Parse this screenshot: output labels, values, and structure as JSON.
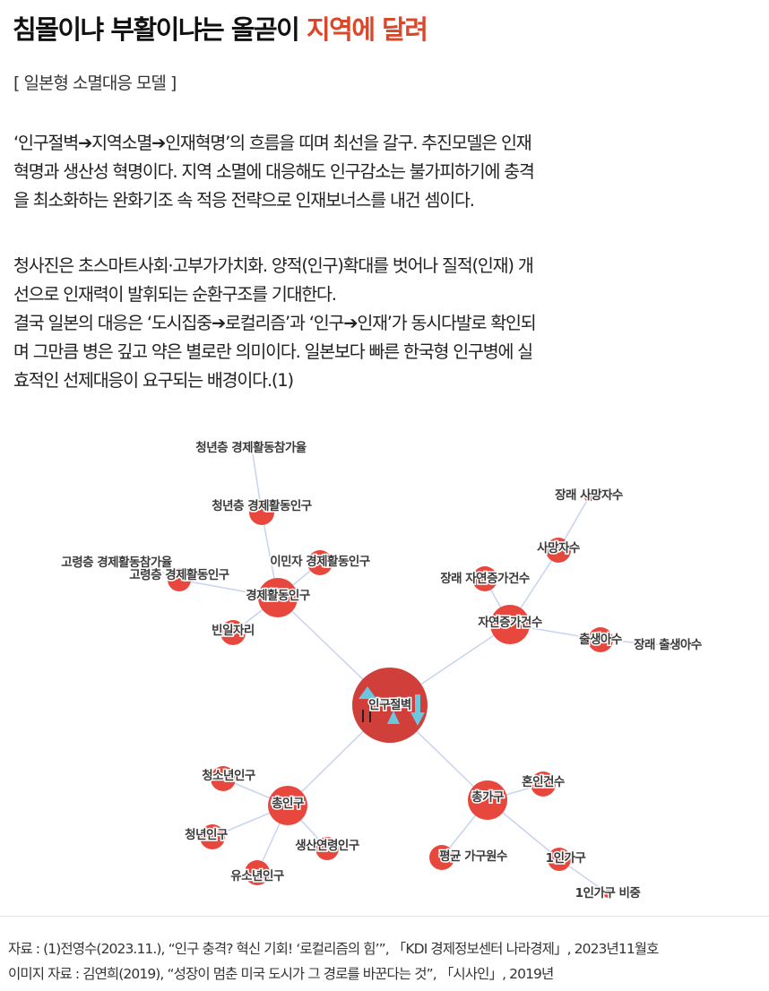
{
  "header": {
    "title_main": "침몰이냐 부활이냐는 올곧이 ",
    "title_highlight": "지역에 달려",
    "highlight_color": "#d9482b",
    "subtitle": "[ 일본형 소멸대응 모델 ]"
  },
  "body": {
    "paragraph1": [
      "‘인구절벽➔지역소멸➔인재혁명’의 흐름을 띠며 최선을 갈구. 추진모델은 인재",
      "혁명과 생산성 혁명이다. 지역 소멸에 대응해도 인구감소는 불가피하기에 충격",
      "을 최소화하는 완화기조 속 적응 전략으로 인재보너스를 내건 셈이다."
    ],
    "paragraph2": [
      "청사진은 초스마트사회·고부가가치화. 양적(인구)확대를 벗어나 질적(인재) 개",
      "선으로 인재력이 발휘되는 순환구조를 기대한다.",
      "결국 일본의 대응은 ‘도시집중➔로컬리즘’과 ‘인구➔인재’가 동시다발로 확인되",
      "며 그만큼 병은 깊고 약은 별로란 의미이다. 일본보다 빠른 한국형 인구병에 실",
      "효적인 선제대응이 요구되는 배경이다.(1)"
    ]
  },
  "diagram": {
    "node_color": "#e8473d",
    "center_color": "#d13f3a",
    "edge_color": "#c8d2f2",
    "center": "인구절벽",
    "nodes": [
      "인구절벽",
      "경제활동인구",
      "청년층 경제활동인구",
      "청년층 경제활동참가율",
      "이민자 경제활동인구",
      "고령층 경제활동인구",
      "고령층 경제활동참가율",
      "빈일자리",
      "자연증가건수",
      "장래 자연증가건수",
      "사망자수",
      "장래 사망자수",
      "출생아수",
      "장래 출생아수",
      "총인구",
      "청소년인구",
      "청년인구",
      "생산연령인구",
      "유소년인구",
      "총가구",
      "혼인건수",
      "평균 가구원수",
      "1인가구",
      "1인가구 비중"
    ],
    "edges": [
      [
        "인구절벽",
        "경제활동인구"
      ],
      [
        "경제활동인구",
        "청년층 경제활동인구"
      ],
      [
        "청년층 경제활동인구",
        "청년층 경제활동참가율"
      ],
      [
        "경제활동인구",
        "이민자 경제활동인구"
      ],
      [
        "경제활동인구",
        "고령층 경제활동인구"
      ],
      [
        "고령층 경제활동인구",
        "고령층 경제활동참가율"
      ],
      [
        "경제활동인구",
        "빈일자리"
      ],
      [
        "인구절벽",
        "자연증가건수"
      ],
      [
        "자연증가건수",
        "장래 자연증가건수"
      ],
      [
        "자연증가건수",
        "사망자수"
      ],
      [
        "사망자수",
        "장래 사망자수"
      ],
      [
        "자연증가건수",
        "출생아수"
      ],
      [
        "출생아수",
        "장래 출생아수"
      ],
      [
        "인구절벽",
        "총인구"
      ],
      [
        "총인구",
        "청소년인구"
      ],
      [
        "총인구",
        "청년인구"
      ],
      [
        "총인구",
        "생산연령인구"
      ],
      [
        "총인구",
        "유소년인구"
      ],
      [
        "인구절벽",
        "총가구"
      ],
      [
        "총가구",
        "혼인건수"
      ],
      [
        "총가구",
        "평균 가구원수"
      ],
      [
        "총가구",
        "1인가구"
      ],
      [
        "1인가구",
        "1인가구 비중"
      ]
    ]
  },
  "footer": {
    "source": "자료 : (1)전영수(2023.11.), “인구 충격? 혁신 기회! ‘로컬리즘의 힘’”, 「KDI 경제정보센터 나라경제」, 2023년11월호",
    "image_source": "이미지 자료 : 김연희(2019), “성장이 멈춘 미국 도시가 그 경로를 바꾼다는 것”, 「시사인」, 2019년"
  }
}
